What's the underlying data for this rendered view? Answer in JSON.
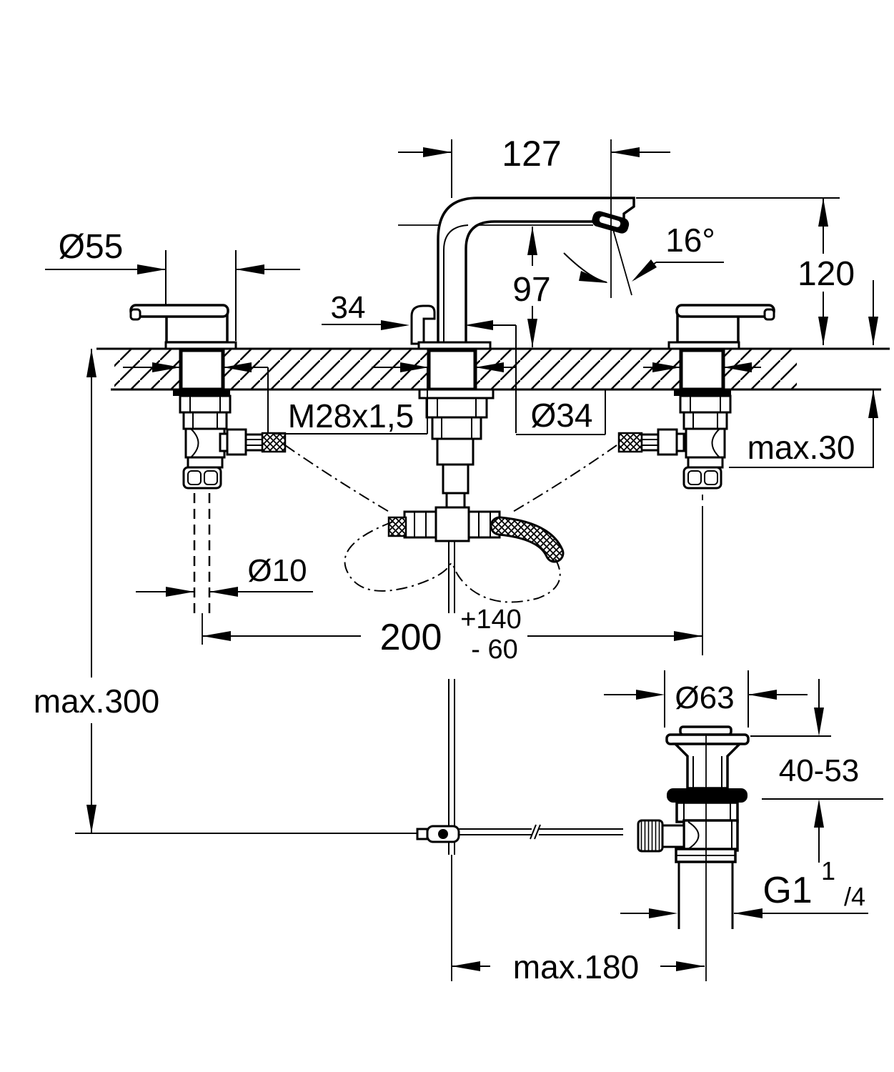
{
  "drawing": {
    "kind": "technical installation diagram",
    "units_note": "mm",
    "colors": {
      "ink": "#000000",
      "background": "#ffffff"
    }
  },
  "dims": {
    "spout_reach": "127",
    "spout_angle": "16°",
    "height_above_deck": "120",
    "handle_diameter": "Ø55",
    "outlet_height": "97",
    "body_width": "34",
    "shank_thread": "M28x1,5",
    "hole_diameter": "Ø34",
    "deck_thickness_max": "max.30",
    "pipe_diameter": "Ø10",
    "spacing": "200",
    "spacing_tol_plus": "+140",
    "spacing_tol_minus": "- 60",
    "rod_length_max": "max.300",
    "waste_flange_diameter": "Ø63",
    "clamp_range": "40-53",
    "waste_thread_main": "G1",
    "waste_thread_sup": "1",
    "waste_thread_sub": "/4",
    "waste_offset_max": "max.180"
  }
}
